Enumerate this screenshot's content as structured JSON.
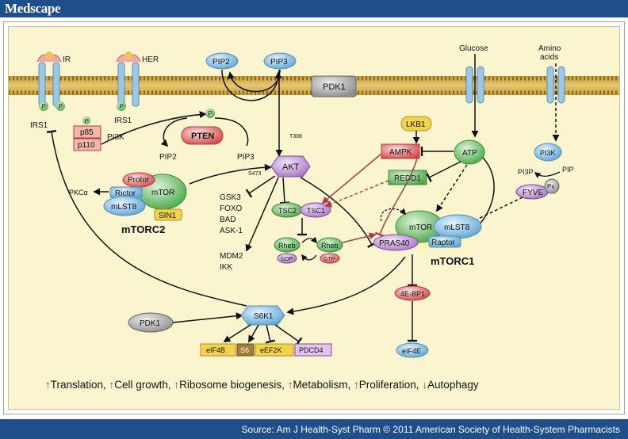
{
  "header": {
    "brand": "Medscape"
  },
  "footer": {
    "source": "Source: Am J Health-Syst Pharm © 2011 American Society of Health-System Pharmacists"
  },
  "receptors": {
    "ir": "IR",
    "her": "HER",
    "glucose": "Glucose",
    "amino": "Amino",
    "acids": "acids"
  },
  "labels": {
    "irs1_left": "IRS1",
    "irs1_right": "IRS1",
    "p85": "p85",
    "p110": "p110",
    "pi3k": "PI3K",
    "p": "P",
    "pip2_top": "PIP2",
    "pip3_top": "PIP3",
    "pdk1_membrane": "PDK1",
    "pten": "PTEN",
    "pip2": "PIP2",
    "pip3": "PIP3",
    "t308": "T308",
    "s473": "S473",
    "akt": "AKT",
    "lkb1": "LKB1",
    "ampk": "AMPK",
    "atp": "ATP",
    "redd1": "REDD1",
    "pi3k_right": "PI3K",
    "pi3p": "PI3P",
    "pip": "PIP",
    "fyve": "FYVE",
    "px": "Px",
    "protor": "Protor",
    "rictor": "Rictor",
    "mtor2": "mTOR",
    "mlst8_2": "mLST8",
    "sin1": "SIN1",
    "mtorc2": "mTORC2",
    "pkca": "PKCα",
    "gsk3": "GSK3",
    "foxo": "FOXO",
    "bad": "BAD",
    "ask1": "ASK-1",
    "mdm2": "MDM2",
    "ikk": "IKK",
    "tsc2": "TSC2",
    "tsc1": "TSC1",
    "rheb1": "Rheb",
    "gdp": "GDP",
    "rheb2": "Rheb",
    "gtp": "GTP",
    "mtor1": "mTOR",
    "mlst8_1": "mLST8",
    "pras40": "PRAS40",
    "raptor": "Raptor",
    "mtorc1": "mTORC1",
    "ebp1": "4E-BP1",
    "eif4e": "eIF4E",
    "pdk1": "PDK1",
    "s6k1": "S6K1",
    "eif4b": "eIF4B",
    "s6": "S6",
    "eef2k": "eEF2K",
    "pdcd4": "PDCD4"
  },
  "outcomes": [
    {
      "arrow": "↑",
      "text": "Translation,"
    },
    {
      "arrow": "↑",
      "text": "Cell growth,"
    },
    {
      "arrow": "↑",
      "text": "Ribosome biogenesis,"
    },
    {
      "arrow": "↑",
      "text": "Metabolism,"
    },
    {
      "arrow": "↑",
      "text": "Proliferation,"
    },
    {
      "arrow": "↓",
      "text": "Autophagy"
    }
  ],
  "colors": {
    "bar": "#1f4e8c",
    "bg": "#fbf5cf",
    "red": "#c0392b",
    "green": "#3fa24a",
    "blue": "#6aaed6",
    "purple": "#b07cc6"
  }
}
